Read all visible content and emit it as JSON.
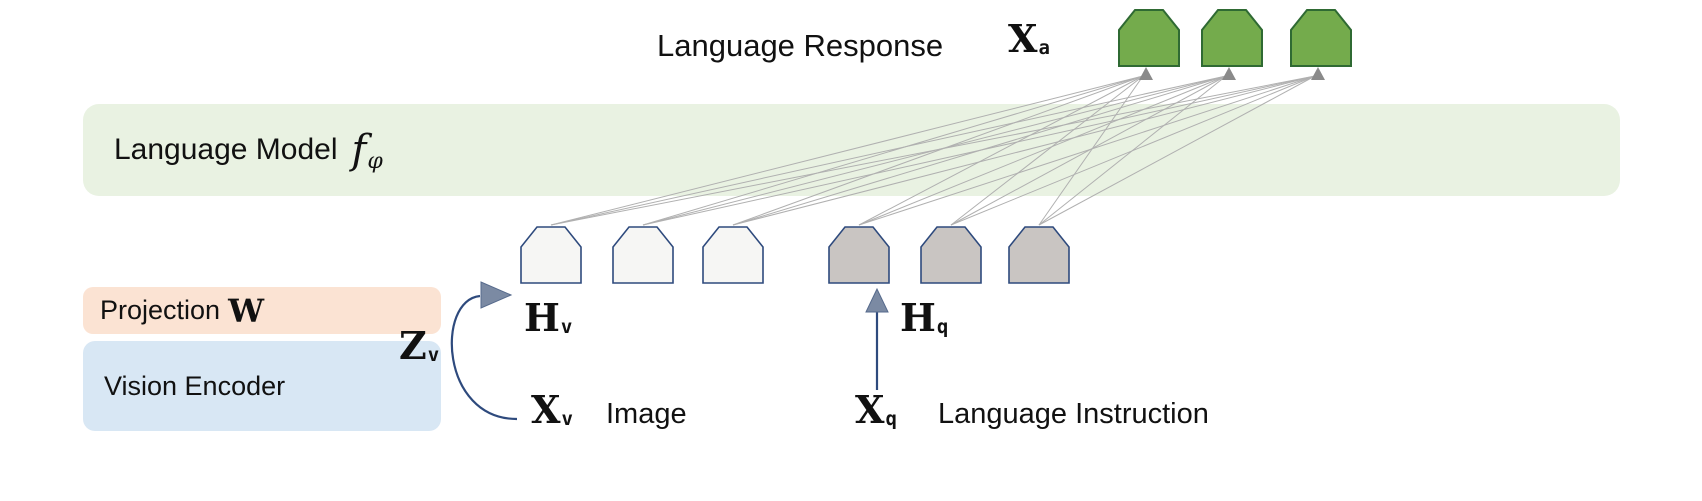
{
  "labels": {
    "language_response": "Language Response",
    "x_a": {
      "base": "X",
      "sub": "a"
    },
    "language_model": "Language Model",
    "f_phi": {
      "base": "f",
      "sub": "φ"
    },
    "projection": "Projection",
    "projection_w": "W",
    "vision_encoder": "Vision Encoder",
    "z_v": {
      "base": "Z",
      "sub": "v"
    },
    "h_v": {
      "base": "H",
      "sub": "v"
    },
    "h_q": {
      "base": "H",
      "sub": "q"
    },
    "x_v": {
      "base": "X",
      "sub": "v"
    },
    "image": "Image",
    "x_q": {
      "base": "X",
      "sub": "q"
    },
    "language_instruction": "Language Instruction"
  },
  "tokens": {
    "response_count": 3,
    "visual_count": 3,
    "instruction_count": 3
  },
  "colors": {
    "language_model_band": "#e9f2e2",
    "projection_box": "#fbe3d3",
    "vision_encoder_box": "#d8e7f4",
    "response_token_fill": "#74ab4c",
    "response_token_border": "#2f6a33",
    "visual_token_fill": "#f6f6f4",
    "instruction_token_fill": "#c9c5c2",
    "token_border": "#2e4a7d",
    "connection_line": "#b0b0b0",
    "arrow_line": "#2e4a7d",
    "arrow_head": "#7b8aa3"
  }
}
